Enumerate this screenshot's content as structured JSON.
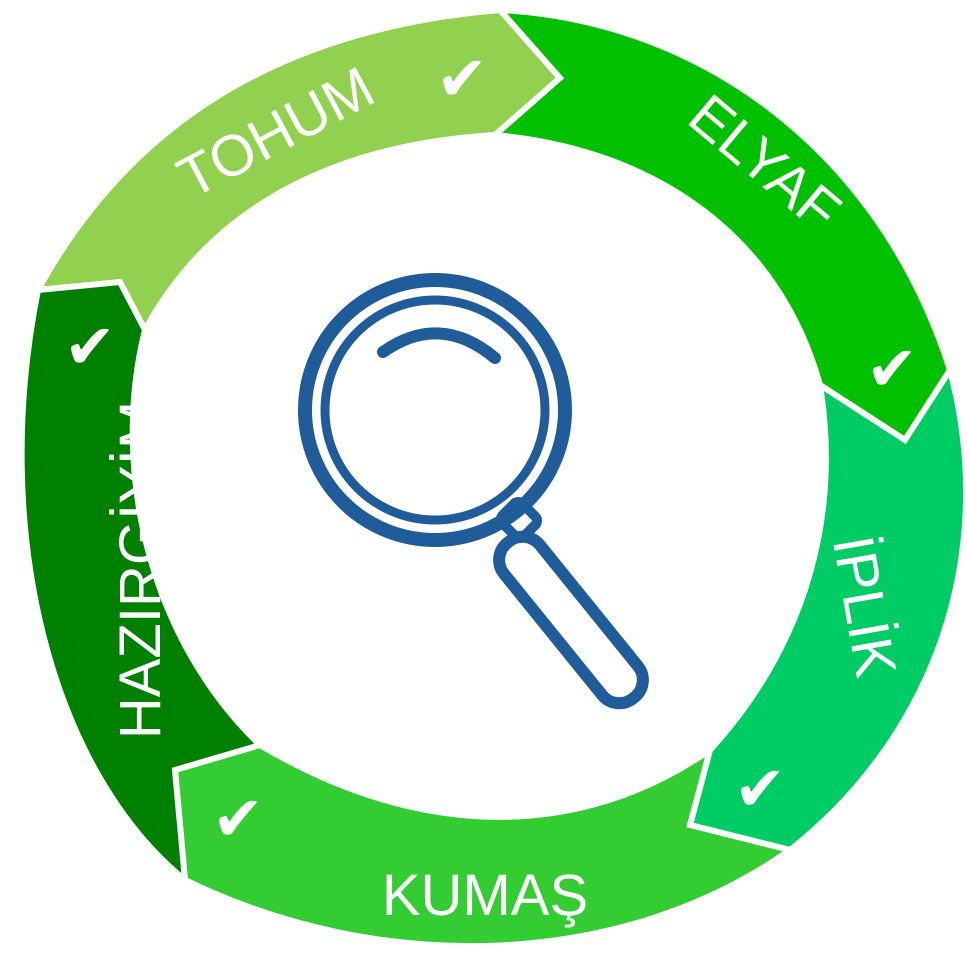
{
  "stages": [
    {
      "key": "tohum",
      "label": "TOHUM",
      "color": "#92D050",
      "check": "✔",
      "checked": true
    },
    {
      "key": "elyaf",
      "label": "ELYAF",
      "color": "#00C000",
      "check": "✔",
      "checked": true
    },
    {
      "key": "iplik",
      "label": "İPLİK",
      "color": "#00CC66",
      "check": "✔",
      "checked": true
    },
    {
      "key": "kumas",
      "label": "KUMAŞ",
      "color": "#33CC33",
      "check": "✔",
      "checked": true
    },
    {
      "key": "hazirgiyim",
      "label": "HAZIRGİYİM",
      "color": "#008000",
      "check": "✔",
      "checked": true
    }
  ],
  "center": {
    "icon": "magnifying-glass-icon",
    "color": "#1F5C99"
  }
}
